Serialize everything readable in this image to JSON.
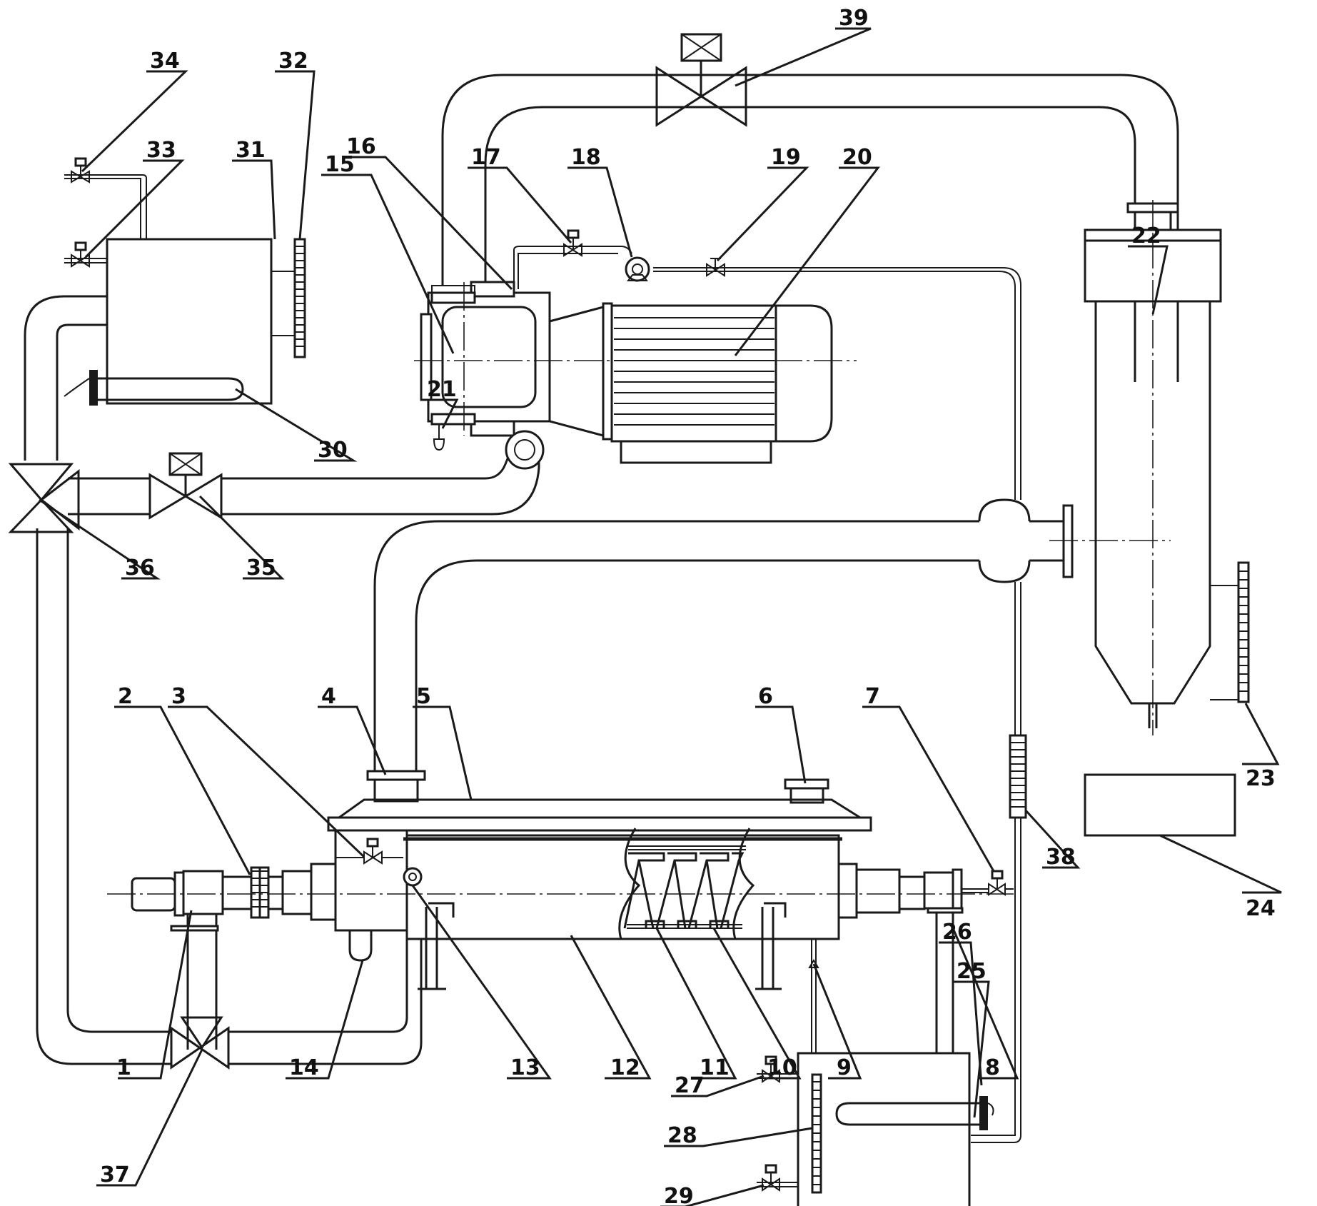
{
  "labels": {
    "l1": "1",
    "l2": "2",
    "l3": "3",
    "l4": "4",
    "l5": "5",
    "l6": "6",
    "l7": "7",
    "l8": "8",
    "l9": "9",
    "l10": "10",
    "l11": "11",
    "l12": "12",
    "l13": "13",
    "l14": "14",
    "l15": "15",
    "l16": "16",
    "l17": "17",
    "l18": "18",
    "l19": "19",
    "l20": "20",
    "l21": "21",
    "l22": "22",
    "l23": "23",
    "l24": "24",
    "l25": "25",
    "l26": "26",
    "l27": "27",
    "l28": "28",
    "l29": "29",
    "l30": "30",
    "l31": "31",
    "l32": "32",
    "l33": "33",
    "l34": "34",
    "l35": "35",
    "l36": "36",
    "l37": "37",
    "l38": "38",
    "l39": "39"
  },
  "colors": {
    "line": "#1a1a1a",
    "background": "#ffffff"
  }
}
